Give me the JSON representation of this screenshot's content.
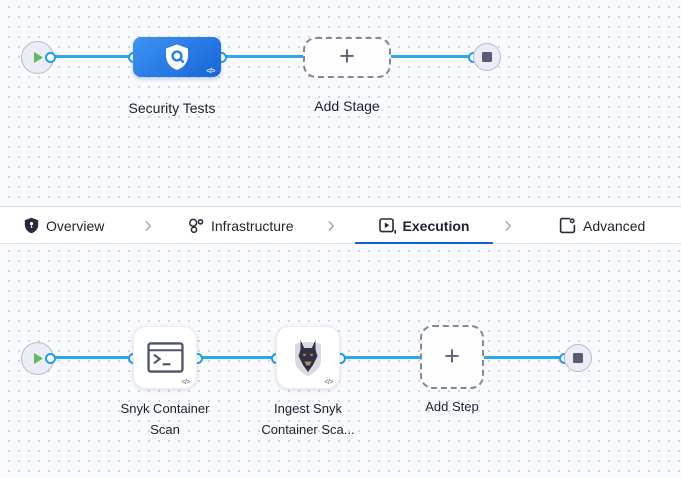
{
  "stage_graph": {
    "stage_label": "Security Tests",
    "add_stage_label": "Add Stage",
    "plus": "+",
    "code_badge": "</>"
  },
  "tabs": [
    {
      "label": "Overview",
      "active": false
    },
    {
      "label": "Infrastructure",
      "active": false
    },
    {
      "label": "Execution",
      "active": true
    },
    {
      "label": "Advanced",
      "active": false
    }
  ],
  "execution_graph": {
    "steps": [
      {
        "label_line1": "Snyk Container",
        "label_line2": "Scan"
      },
      {
        "label_line1": "Ingest Snyk",
        "label_line2": "Container Sca..."
      }
    ],
    "add_step_label": "Add Step",
    "plus": "+",
    "code_badge": "</>"
  },
  "colors": {
    "canvas_bg": "#f9fafd",
    "canvas_dot": "#ccd2e0",
    "connector_blue": "#2ea7ef",
    "stage_gradient_start": "#3f93f2",
    "stage_gradient_end": "#1565d8",
    "active_tab_underline": "#1164cf",
    "play_green": "#5fbb60",
    "node_gray_fill": "#ebecf5",
    "end_square": "#575c72",
    "label_text": "#1d212b"
  }
}
